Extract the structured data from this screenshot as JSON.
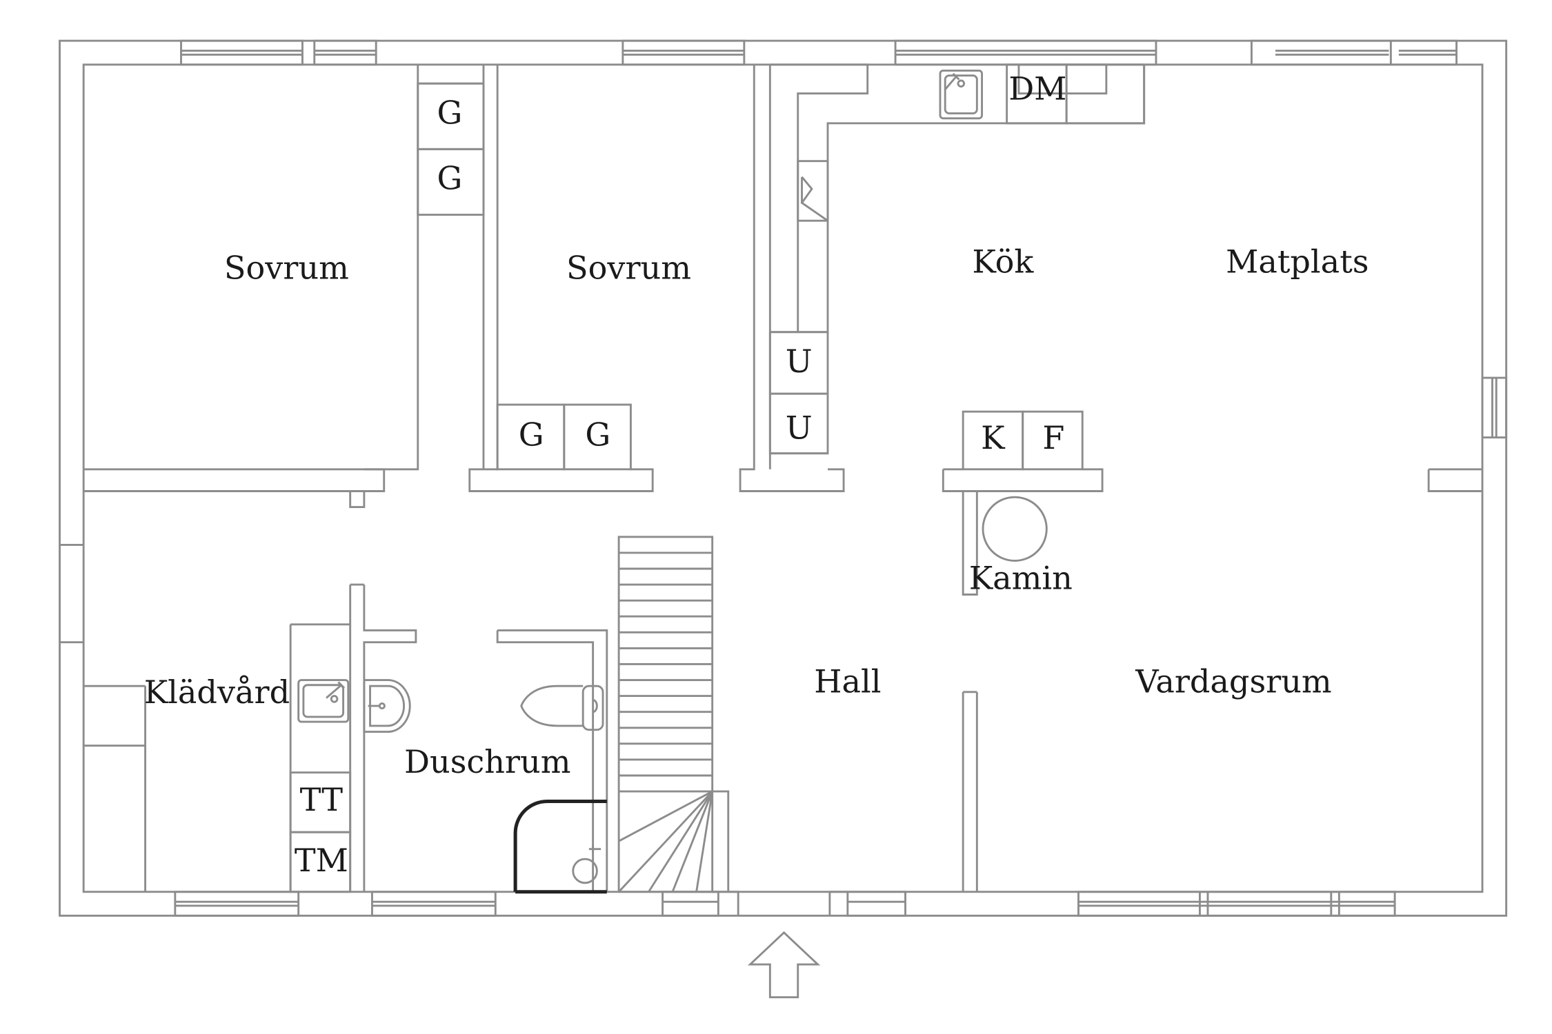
{
  "rooms": {
    "sovrum1": "Sovrum",
    "sovrum2": "Sovrum",
    "kok": "Kök",
    "matplats": "Matplats",
    "kladvard": "Klädvård",
    "duschrum": "Duschrum",
    "hall": "Hall",
    "vardagsrum": "Vardagsrum",
    "kamin": "Kamin"
  },
  "fixtures": {
    "g1": "G",
    "g2": "G",
    "g3": "G",
    "g4": "G",
    "u1": "U",
    "u2": "U",
    "dm": "DM",
    "k": "K",
    "f": "F",
    "tt": "TT",
    "tm": "TM"
  },
  "icons": {
    "entrance": "entrance-arrow-icon",
    "kitchen_sink": "sink-icon",
    "laundry_sink": "sink-icon",
    "washbasin": "washbasin-icon",
    "toilet": "toilet-icon",
    "shower": "shower-icon",
    "fireplace": "fireplace-icon",
    "stairs": "stairs-icon"
  },
  "colors": {
    "wall": "#8c8c8c",
    "shower_outline": "#222222",
    "text": "#1a1a1a"
  }
}
